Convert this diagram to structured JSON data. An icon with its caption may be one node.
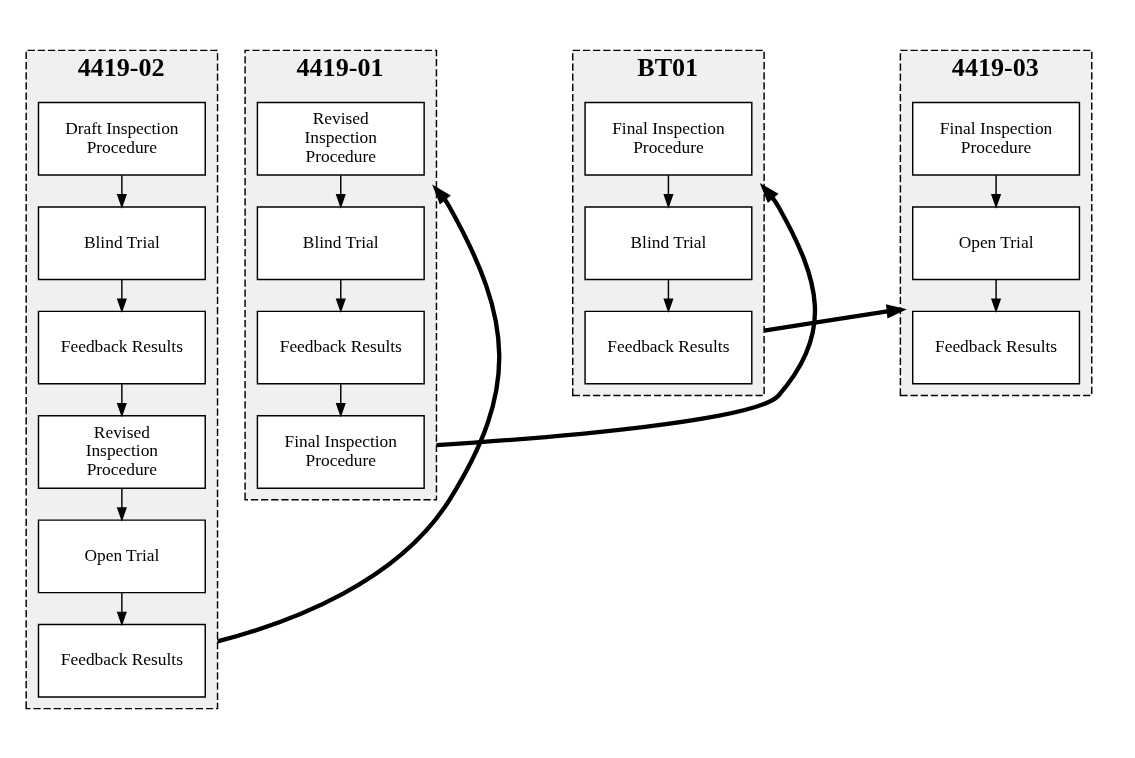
{
  "diagram": {
    "nodes": [
      {
        "text": [
          "4419-02"
        ]
      },
      {
        "text": [
          "Draft Inspection Procedure"
        ],
        "in": 0
      },
      {
        "text": [
          "Blind Trial"
        ],
        "in": 0
      },
      {
        "text": [
          "Feedback Results"
        ],
        "in": 0
      },
      {
        "text": [
          "Revised Inspection Procedure"
        ],
        "in": 0
      },
      {
        "text": [
          "Open Trial"
        ],
        "in": 0
      },
      {
        "text": [
          "Feedback Results"
        ],
        "in": 0
      },
      {
        "text": [
          "4419-01"
        ]
      },
      {
        "text": [
          "Revised Inspection Procedure"
        ],
        "in": 7
      },
      {
        "text": [
          "Blind Trial"
        ],
        "in": 7
      },
      {
        "text": [
          "Feedback Results"
        ],
        "in": 7
      },
      {
        "text": [
          "Final Inspection Procedure"
        ],
        "in": 7
      },
      {
        "text": [
          "BT01"
        ]
      },
      {
        "text": [
          "Final Inspection Procedure"
        ],
        "in": 12
      },
      {
        "text": [
          "Blind Trial"
        ],
        "in": 12
      },
      {
        "text": [
          "Feedback Results"
        ],
        "in": 12
      },
      {
        "text": [
          "4419-03"
        ]
      },
      {
        "text": [
          "Final Inspection Procedure"
        ],
        "in": 16
      },
      {
        "text": [
          "Open Trial"
        ],
        "in": 16
      },
      {
        "text": [
          "Feedback Results"
        ],
        "in": 16
      }
    ],
    "edges": [
      {
        "from": 1,
        "to": 2,
        "arrow": "to"
      },
      {
        "from": 2,
        "to": 3,
        "arrow": "to"
      },
      {
        "from": 3,
        "to": 4,
        "arrow": "to"
      },
      {
        "from": 4,
        "to": 5,
        "arrow": "to"
      },
      {
        "from": 5,
        "to": 6,
        "arrow": "to"
      },
      {
        "from": 0,
        "to": 7,
        "arrow": "to",
        "style": "thick"
      },
      {
        "from": 8,
        "to": 9,
        "arrow": "to"
      },
      {
        "from": 9,
        "to": 10,
        "arrow": "to"
      },
      {
        "from": 10,
        "to": 11,
        "arrow": "to"
      },
      {
        "from": 7,
        "to": 12,
        "arrow": "to",
        "style": "thick"
      },
      {
        "from": 13,
        "to": 14,
        "arrow": "to"
      },
      {
        "from": 14,
        "to": 15,
        "arrow": "to"
      },
      {
        "from": 12,
        "to": 16,
        "arrow": "to",
        "style": "thick"
      },
      {
        "from": 17,
        "to": 18,
        "arrow": "to"
      },
      {
        "from": 18,
        "to": 19,
        "arrow": "to"
      }
    ]
  }
}
